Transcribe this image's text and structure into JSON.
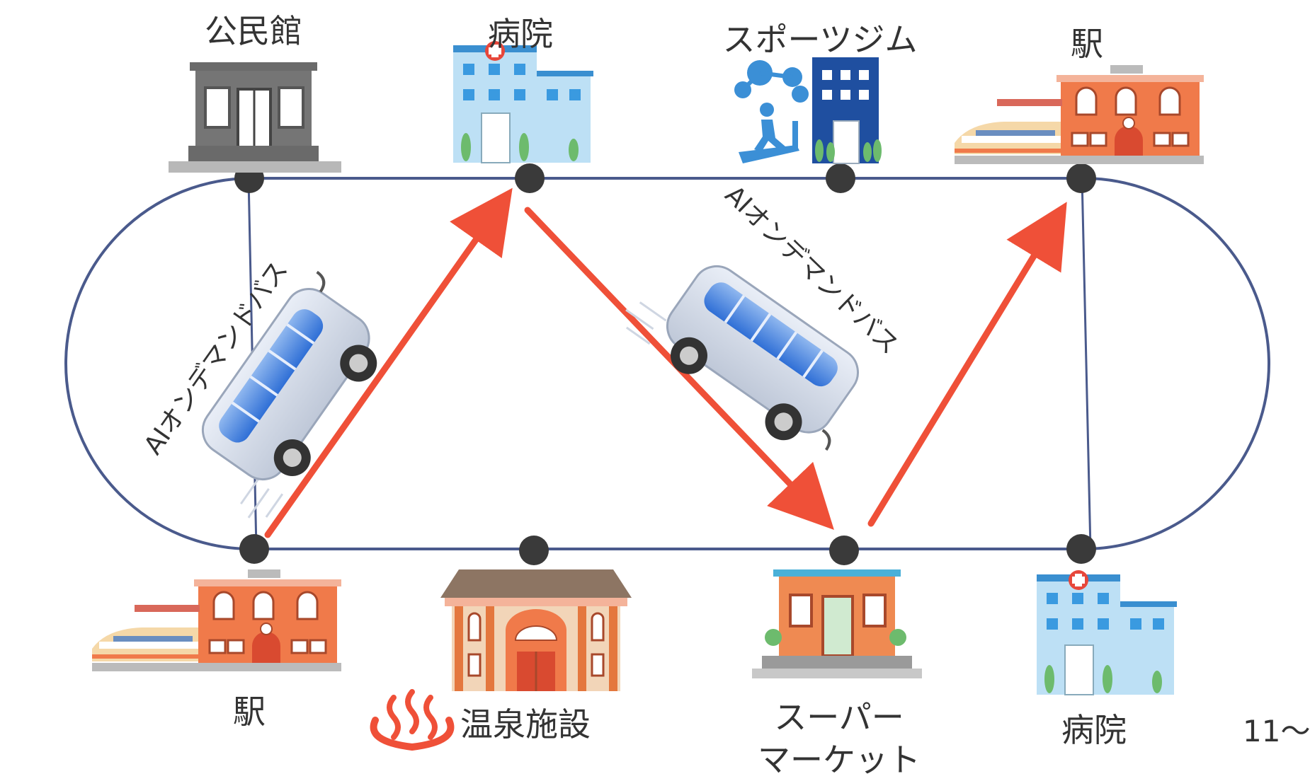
{
  "colors": {
    "route": "#4a5a8c",
    "arrow": "#ef5038",
    "stop": "#3a3a3a",
    "text": "#333333"
  },
  "labels": {
    "top": [
      "公民館",
      "病院",
      "スポーツジム",
      "駅"
    ],
    "bottom_station": "駅",
    "bottom_onsen": "温泉施設",
    "bottom_super_1": "スーパー",
    "bottom_super_2": "マーケット",
    "bottom_hospital": "病院",
    "bus_1": "AIオンデマンドバス",
    "bus_2": "AIオンデマンドバス",
    "right_cut": "11〜"
  },
  "icons": {
    "community_hall": "community-hall-icon",
    "hospital": "hospital-icon",
    "gym": "sports-gym-icon",
    "station": "station-icon",
    "onsen": "hot-spring-icon",
    "supermarket": "supermarket-icon",
    "bus": "bus-icon"
  }
}
